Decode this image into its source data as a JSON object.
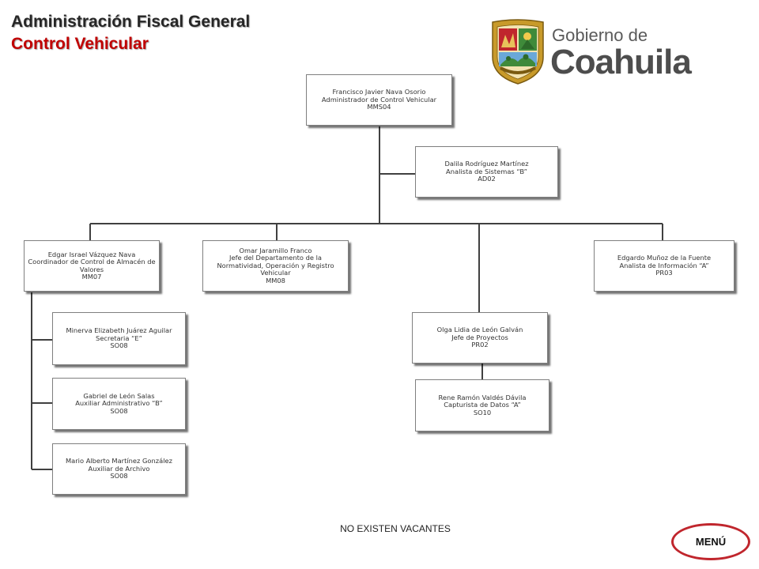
{
  "header": {
    "title": "Administración Fiscal General",
    "subtitle": "Control Vehicular"
  },
  "logo": {
    "line1": "Gobierno de",
    "line2": "Coahuila",
    "crest_icon": "coahuila-coat-of-arms-icon",
    "crest_colors": {
      "gold": "#c89a2a",
      "green": "#3f8a3a",
      "red": "#c0262d",
      "sky": "#6ba8d8"
    }
  },
  "org_chart": {
    "director": {
      "name": "Francisco Javier Nava Osorio",
      "role": "Administrador de Control Vehicular",
      "code": "MMS04"
    },
    "staff": {
      "name": "Dalila Rodríguez Martínez",
      "role": "Analista de Sistemas “B”",
      "code": "AD02"
    },
    "heads": [
      {
        "name": "Edgar Israel Vázquez Nava",
        "role": "Coordinador de Control de Almacén de Valores",
        "code": "MM07"
      },
      {
        "name": "Omar Jaramillo Franco",
        "role": "Jefe del Departamento de la Normatividad, Operación y Registro Vehicular",
        "code": "MM08"
      },
      {
        "name": "Edgardo Muñoz de la Fuente",
        "role": "Analista de Información “A”",
        "code": "PR03"
      }
    ],
    "coordinator_reports": [
      {
        "name": "Minerva Elizabeth Juárez Aguilar",
        "role": "Secretaria “E”",
        "code": "SO08"
      },
      {
        "name": "Gabriel de León Salas",
        "role": "Auxiliar Administrativo “B”",
        "code": "SO08"
      },
      {
        "name": "Mario Alberto Martínez González",
        "role": "Auxiliar de Archivo",
        "code": "SO08"
      }
    ],
    "projects_head": {
      "name": "Olga Lidia de León Galván",
      "role": "Jefe de Proyectos",
      "code": "PR02"
    },
    "projects_report": {
      "name": "Rene Ramón Valdés Dávila",
      "role": "Capturista de Datos “A”",
      "code": "SO10"
    }
  },
  "footer": {
    "note": "NO EXISTEN VACANTES",
    "menu_label": "MENÚ"
  },
  "colors": {
    "title_dark": "#262626",
    "title_red": "#c00000",
    "menu_border": "#c0262d"
  }
}
